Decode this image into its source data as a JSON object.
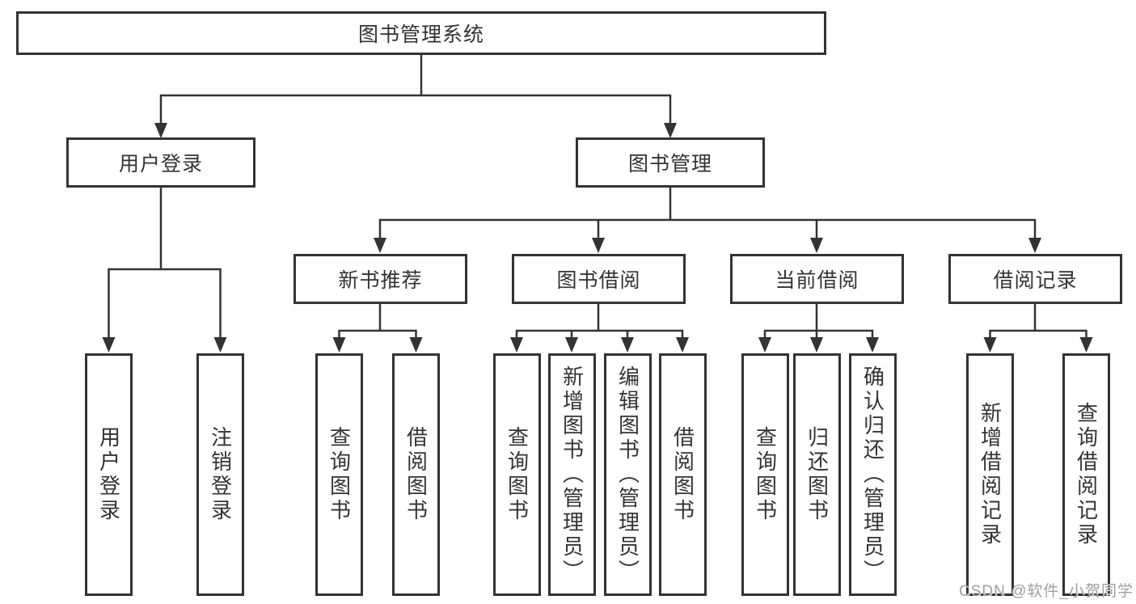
{
  "tree": {
    "root": {
      "label": "图书管理系统"
    },
    "branches": [
      {
        "label": "用户登录",
        "children": [
          {
            "label": "用户登录"
          },
          {
            "label": "注销登录"
          }
        ]
      },
      {
        "label": "图书管理",
        "children": [
          {
            "label": "新书推荐",
            "children": [
              {
                "label": "查询图书"
              },
              {
                "label": "借阅图书"
              }
            ]
          },
          {
            "label": "图书借阅",
            "children": [
              {
                "label": "查询图书"
              },
              {
                "label": "新增图书（管理员）"
              },
              {
                "label": "编辑图书（管理员）"
              },
              {
                "label": "借阅图书"
              }
            ]
          },
          {
            "label": "当前借阅",
            "children": [
              {
                "label": "查询图书"
              },
              {
                "label": "归还图书"
              },
              {
                "label": "确认归还（管理员）"
              }
            ]
          },
          {
            "label": "借阅记录",
            "children": [
              {
                "label": "新增借阅记录"
              },
              {
                "label": "查询借阅记录"
              }
            ]
          }
        ]
      }
    ]
  },
  "watermark": {
    "text": "CSDN @软件_小贺同学"
  },
  "colors": {
    "line": "#333333",
    "box_border": "#333333",
    "text": "#333333",
    "watermark": "#9e9e9e",
    "background": "#ffffff"
  }
}
